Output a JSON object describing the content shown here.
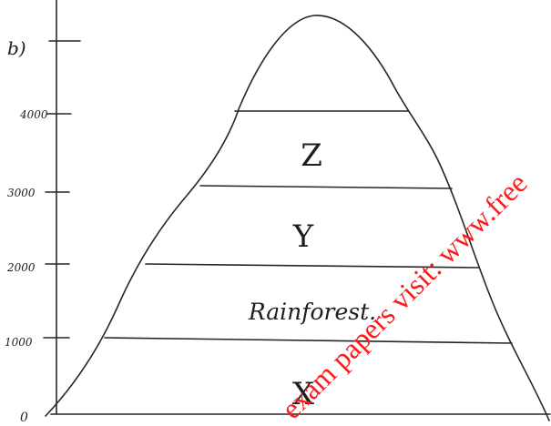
{
  "diagram": {
    "question_label": "b)",
    "altitudes": {
      "zero": "0",
      "a1000": "1000",
      "a2000": "2000",
      "a3000": "3000",
      "a4000": "4000"
    },
    "zones": {
      "bottom": "X",
      "second": "Rainforest.",
      "third": "Y",
      "top": "Z"
    },
    "watermark": "exam papers visit: www.free",
    "colors": {
      "ink": "#262626",
      "watermark": "#ff1a1a",
      "background": "#ffffff"
    }
  }
}
